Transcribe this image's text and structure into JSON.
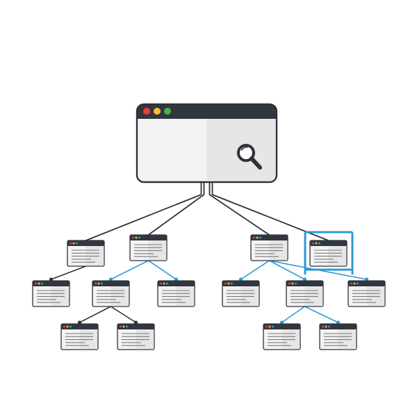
{
  "colors": {
    "background": "#ffffff",
    "titlebar": "#32363e",
    "outline": "#2d3038",
    "window_left": "#f3f3f3",
    "window_right": "#e6e6e6",
    "text_lines": "#7a7a7a",
    "connector_dark": "#2f3238",
    "connector_blue": "#2d9ad6",
    "dot_red": "#e8403c",
    "dot_yellow": "#f2c22e",
    "dot_green": "#43b649",
    "dot_blue": "#2d9ad6",
    "search_icon": "#2d3038"
  },
  "root": {
    "name": "main-browser-window",
    "icon": "magnifier-search-icon"
  },
  "pages": [
    {
      "id": "p1",
      "name": "page-level1-1",
      "highlight": false
    },
    {
      "id": "p2",
      "name": "page-level1-2",
      "highlight": false
    },
    {
      "id": "p3",
      "name": "page-level1-3",
      "highlight": false
    },
    {
      "id": "p4",
      "name": "page-level1-4-highlighted",
      "highlight": true
    },
    {
      "id": "p5",
      "name": "page-level2-1",
      "highlight": false
    },
    {
      "id": "p6",
      "name": "page-level2-2",
      "highlight": false
    },
    {
      "id": "p7",
      "name": "page-level2-3",
      "highlight": false
    },
    {
      "id": "p8",
      "name": "page-level2-4",
      "highlight": false
    },
    {
      "id": "p9",
      "name": "page-level2-5",
      "highlight": false
    },
    {
      "id": "p10",
      "name": "page-level2-6",
      "highlight": false
    },
    {
      "id": "p11",
      "name": "page-level3-1",
      "highlight": false
    },
    {
      "id": "p12",
      "name": "page-level3-2",
      "highlight": false
    },
    {
      "id": "p13",
      "name": "page-level3-3",
      "highlight": false
    },
    {
      "id": "p14",
      "name": "page-level3-4",
      "highlight": false
    }
  ],
  "links": [
    {
      "from": "root",
      "to": "p1",
      "style": "dark"
    },
    {
      "from": "root",
      "to": "p2",
      "style": "dark"
    },
    {
      "from": "root",
      "to": "p3",
      "style": "dark"
    },
    {
      "from": "root",
      "to": "p4",
      "style": "dark"
    },
    {
      "from": "p1",
      "to": "p5",
      "style": "dark"
    },
    {
      "from": "p2",
      "to": "p6",
      "style": "blue"
    },
    {
      "from": "p2",
      "to": "p7",
      "style": "blue"
    },
    {
      "from": "p3",
      "to": "p8",
      "style": "blue"
    },
    {
      "from": "p3",
      "to": "p9",
      "style": "blue"
    },
    {
      "from": "p3",
      "to": "p10",
      "style": "blue"
    },
    {
      "from": "p6",
      "to": "p11",
      "style": "dark"
    },
    {
      "from": "p6",
      "to": "p12",
      "style": "dark"
    },
    {
      "from": "p9",
      "to": "p13",
      "style": "blue"
    },
    {
      "from": "p9",
      "to": "p14",
      "style": "blue"
    }
  ]
}
